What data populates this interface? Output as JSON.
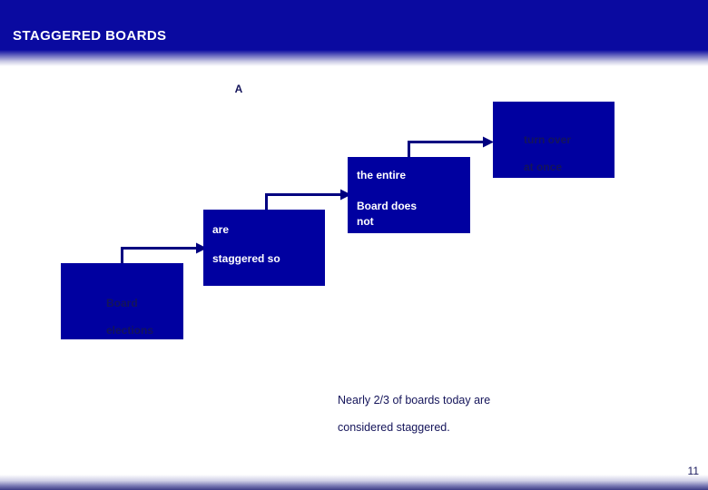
{
  "slide": {
    "title": "STAGGERED BOARDS",
    "page_number": "11",
    "stage_marker": "A",
    "accent_color": "#0000a0",
    "header_color": "#0a0aa0",
    "text_on_box_color": "#ffffff",
    "body_text_color": "#14145a"
  },
  "flow": {
    "boxes": [
      {
        "id": "box-elections",
        "line1": "Board",
        "line2": "elections"
      },
      {
        "id": "box-are",
        "line1": "are",
        "line2": "staggered so"
      },
      {
        "id": "box-entire",
        "line1": "the entire",
        "line2": "Board does",
        "line3": "not"
      },
      {
        "id": "box-turnover",
        "line1": "turn over",
        "line2": "at once"
      }
    ]
  },
  "caption": {
    "line1": "Nearly 2/3 of boards today are",
    "line2": "considered staggered."
  }
}
